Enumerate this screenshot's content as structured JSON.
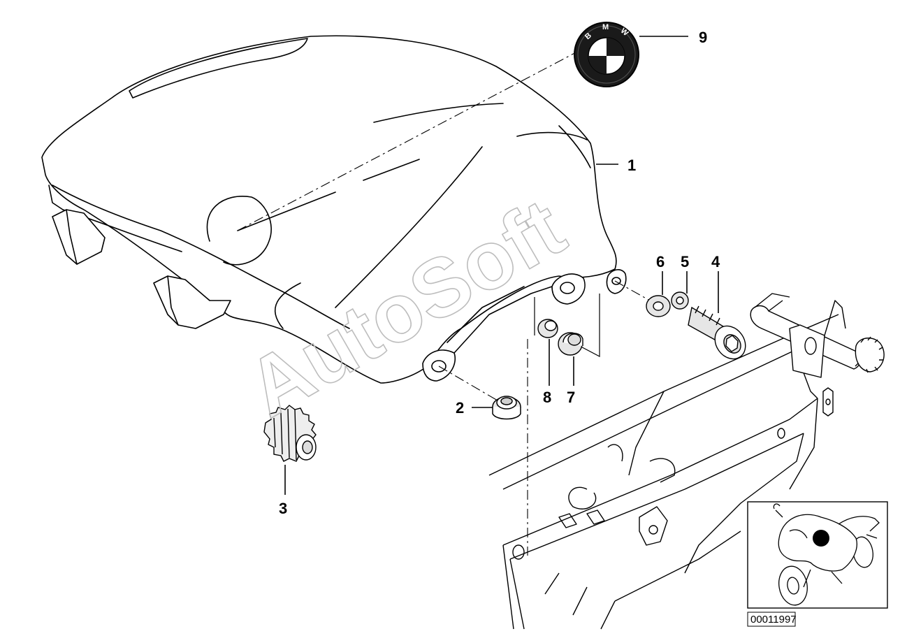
{
  "diagram": {
    "callouts": [
      "1",
      "2",
      "3",
      "4",
      "5",
      "6",
      "7",
      "8",
      "9"
    ],
    "watermark": "AutoSoft",
    "reference_code": "00011997",
    "emblem": {
      "letters": [
        "B",
        "M",
        "W"
      ]
    },
    "colors": {
      "line": "#000000",
      "watermark": "#bdbdbd",
      "background": "#ffffff"
    }
  }
}
